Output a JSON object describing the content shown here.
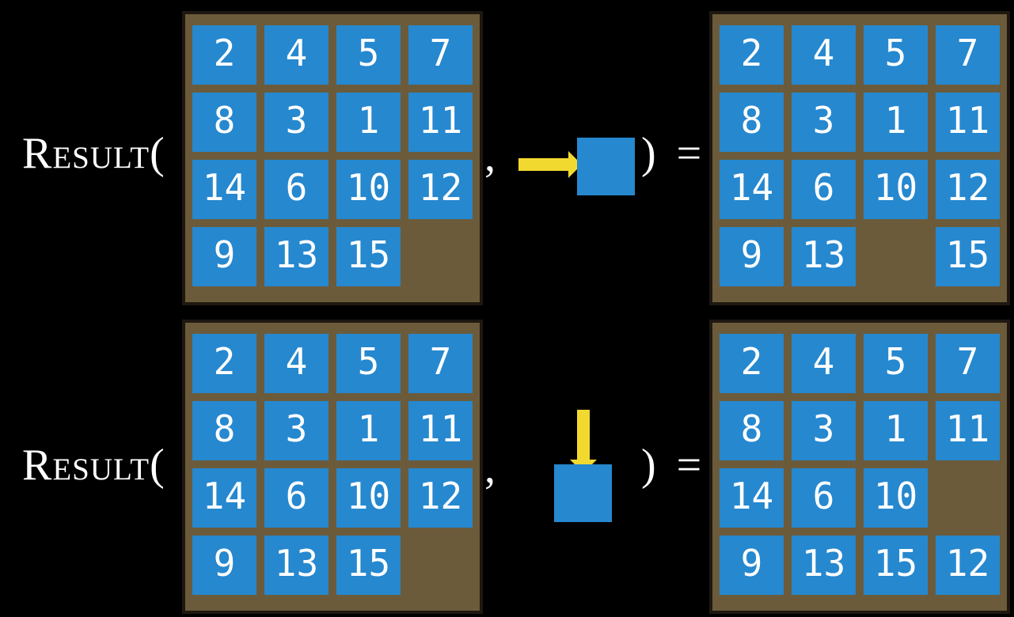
{
  "colors": {
    "background": "#000000",
    "tile_blue": "#2688cf",
    "frame_brown": "#6b5b3b",
    "frame_border": "#1f1810",
    "arrow_yellow": "#f2d930",
    "text_white": "#ffffff"
  },
  "equations": [
    {
      "function_label": "Result(",
      "comma": ",",
      "closing": ") =",
      "action": {
        "direction": "right",
        "icon": "right-arrow-icon",
        "target": "blank-tile-square"
      },
      "before": {
        "rows": 4,
        "cols": 4,
        "tiles": [
          2,
          4,
          5,
          7,
          8,
          3,
          1,
          11,
          14,
          6,
          10,
          12,
          9,
          13,
          15,
          null
        ]
      },
      "after": {
        "rows": 4,
        "cols": 4,
        "tiles": [
          2,
          4,
          5,
          7,
          8,
          3,
          1,
          11,
          14,
          6,
          10,
          12,
          9,
          13,
          null,
          15
        ]
      }
    },
    {
      "function_label": "Result(",
      "comma": ",",
      "closing": ") =",
      "action": {
        "direction": "down",
        "icon": "down-arrow-icon",
        "target": "blank-tile-square"
      },
      "before": {
        "rows": 4,
        "cols": 4,
        "tiles": [
          2,
          4,
          5,
          7,
          8,
          3,
          1,
          11,
          14,
          6,
          10,
          12,
          9,
          13,
          15,
          null
        ]
      },
      "after": {
        "rows": 4,
        "cols": 4,
        "tiles": [
          2,
          4,
          5,
          7,
          8,
          3,
          1,
          11,
          14,
          6,
          10,
          null,
          9,
          13,
          15,
          12
        ]
      }
    }
  ]
}
